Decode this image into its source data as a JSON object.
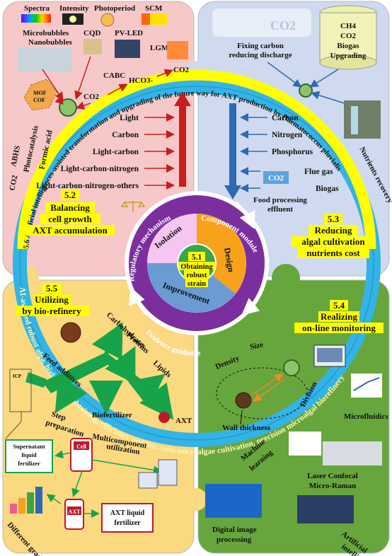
{
  "quadrants": {
    "top_left": {
      "top_row": [
        "Spectra",
        "Intensity",
        "Photoperiod",
        "SCM"
      ],
      "second_row": [
        "Microbubbles",
        "CQD",
        "PV-LED"
      ],
      "nanobubbles": "Nanobubbles",
      "lgm": "LGM",
      "mof": [
        "MOF",
        "COF"
      ],
      "side_labels": [
        "ABHS",
        "Photocatalysis",
        "Formic acid"
      ],
      "co2": "CO2",
      "cabc": "CABC",
      "carbon_cycle": [
        "CO2",
        "HCO3-",
        "CO2"
      ],
      "inputs": [
        "Light",
        "Carbon",
        "Light-carbon",
        "Light-carbon-nitrogen",
        "Light-carbon-nitrogen-others"
      ],
      "section_number": "5.2",
      "section_title": [
        "Balancing",
        "cell growth",
        "AXT accumulation"
      ]
    },
    "top_right": {
      "fixing_carbon": [
        "Fixing carbon",
        "reducing discharge"
      ],
      "biogas_box": [
        "CH4",
        "CO2",
        "Biogas",
        "Upgrading"
      ],
      "inputs": [
        "Carbon",
        "Nitrogen",
        "Phosphorus",
        "Flue gas",
        "Biogas"
      ],
      "food_processing": [
        "Food processing",
        "effluent"
      ],
      "nutrients_recovery": "Nutrients recovery",
      "section_number": "5.3",
      "section_title": [
        "Reducing",
        "algal cultivation",
        "nutrients cost"
      ]
    },
    "bottom_left": {
      "section_number": "5.5",
      "section_title": [
        "Utilizing",
        "by bio-refinery"
      ],
      "products": [
        "Carbohydrates",
        "Proteins",
        "Lipids",
        "AXT"
      ],
      "uses": [
        "Feed additives",
        "Biofertilizer"
      ],
      "step": [
        "Step",
        "preparation"
      ],
      "multi": [
        "Multicomponent",
        "utilization"
      ],
      "cell": "Cell",
      "supernatant": [
        "Supernatant",
        "liquid",
        "fertilizer"
      ],
      "axt_bottle": "AXT",
      "axt_liquid": [
        "AXT liquid",
        "fertilizer"
      ],
      "grade": "Different grade",
      "icp": "ICP"
    },
    "bottom_right": {
      "section_number": "5.4",
      "section_title": [
        "Realizing",
        "on-line monitoring"
      ],
      "features": [
        "Density",
        "Size",
        "Division",
        "Wall thickness"
      ],
      "tools": [
        "Microfluidics",
        "Machine",
        "learning",
        "Laser Confocal",
        "Micro-Raman",
        "Digital image",
        "processing",
        "Artificial",
        "intelligence"
      ]
    }
  },
  "ring_text": {
    "top": "5.6 Artificial intelligences-assisted transformation and upgrading of the future way for AXT production by Haematococcus pluvialis",
    "bottom": "AI-assisted robust alga, high / strain obtaining, efficiency and low costs microalgae cultivation, precision microalgal biorefinery"
  },
  "center": {
    "ring_labels": [
      "Regulatory mechanism",
      "Component module",
      "Evidence guidance"
    ],
    "sectors": [
      "Isolation",
      "Design",
      "Improvement"
    ],
    "core_number": "5.1",
    "core_title": [
      "Obtaining",
      "robust",
      "strain"
    ]
  },
  "colors": {
    "top_left_bg": "#f7c8c8",
    "top_right_bg": "#cfdaf0",
    "bottom_left_bg": "#fbd980",
    "bottom_right_bg": "#67a63d",
    "ring": "#33b3e6",
    "center_purple": "#7b2f9e",
    "sector_pink": "#f6c6f2",
    "sector_orange": "#f7a21b",
    "sector_blue": "#6a9bd3",
    "core_green": "#3aa64a",
    "highlight": "#ffff00",
    "red_arrow": "#c81e1e",
    "blue_arrow": "#2f69b3",
    "green_pipe": "#17a34a"
  }
}
